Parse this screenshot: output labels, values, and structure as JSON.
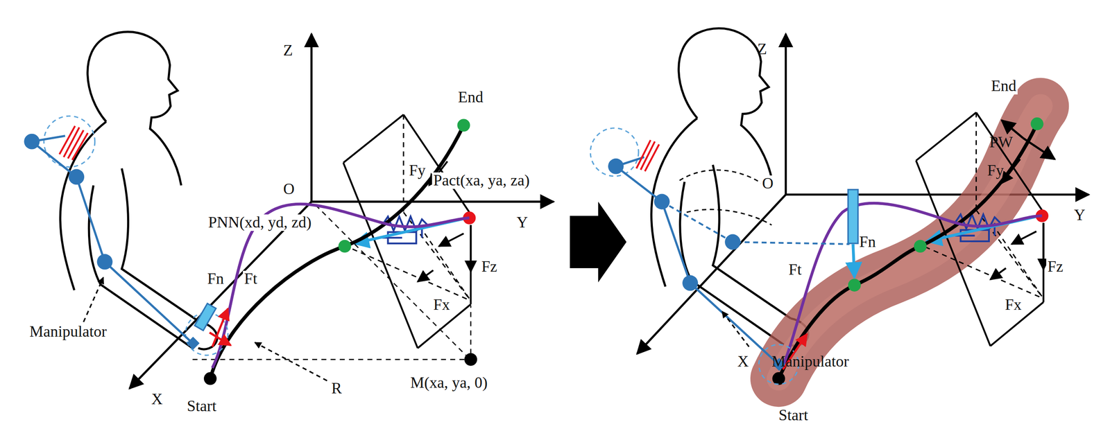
{
  "diagram": {
    "labels": [
      "Z",
      "O",
      "Y",
      "X",
      "End",
      "Fy",
      "Pact(xa, ya, za)",
      "PNN(xd, yd, zd)",
      "Fn",
      "Ft",
      "Manipulator",
      "Start",
      "R",
      "M(xa, ya, 0)",
      "Fz",
      "Fx",
      "Z",
      "End",
      "O",
      "PW",
      "Fy",
      "Y",
      "Fn",
      "Fz",
      "Fx",
      "Ft",
      "X",
      "Manipulator",
      "Start"
    ]
  }
}
